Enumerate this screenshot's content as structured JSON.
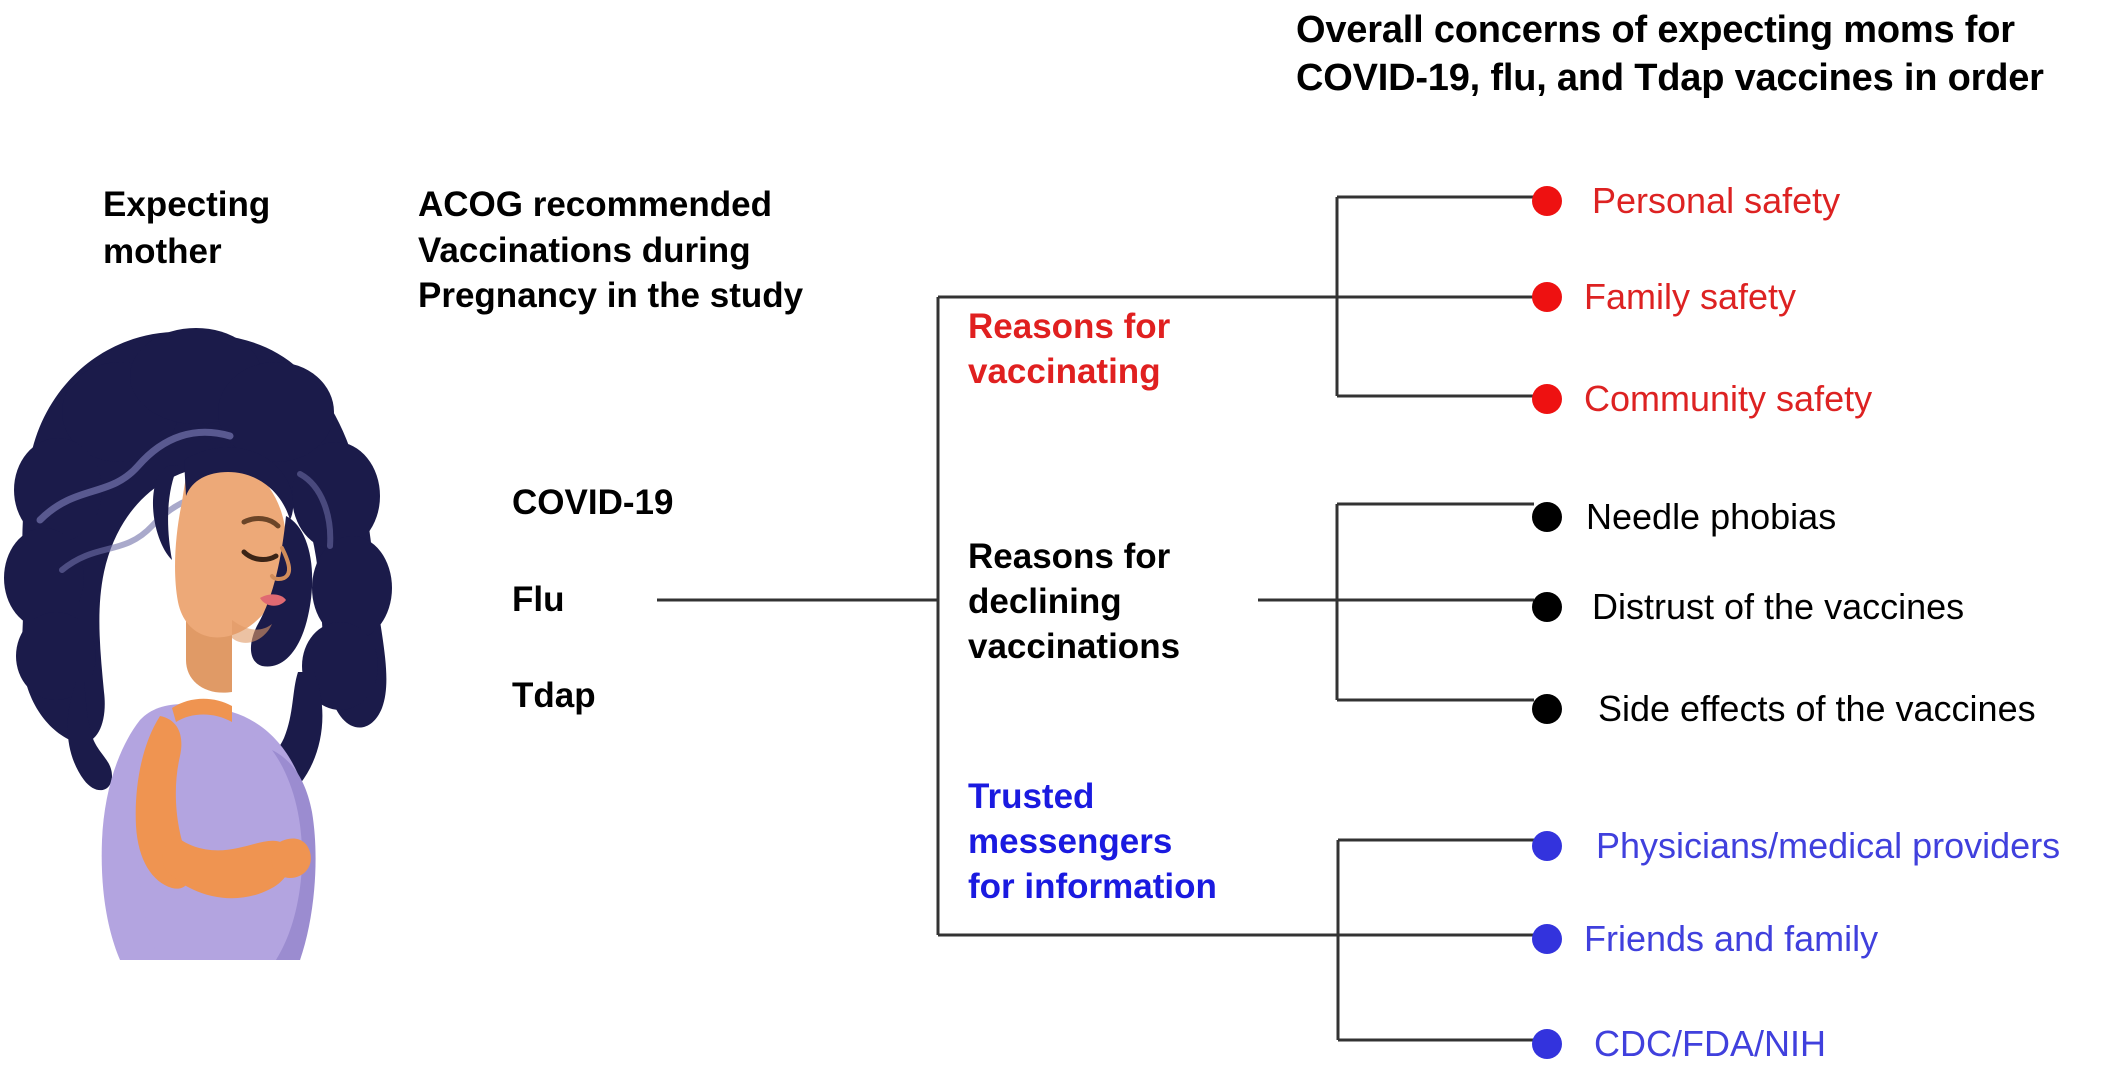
{
  "title": "Overall concerns of expecting moms for\nCOVID-19, flu, and Tdap vaccines in order",
  "left": {
    "person_label": "Expecting\nmother",
    "illustration_name": "pregnant-woman-illustration",
    "acog_label": "ACOG recommended\nVaccinations during\nPregnancy in the study",
    "vaccines": [
      "COVID-19",
      "Flu",
      "Tdap"
    ]
  },
  "branches": [
    {
      "id": "reasons-for-vaccinating",
      "label": "Reasons for\nvaccinating",
      "color": "#e02020",
      "dot_color": "#ee1111",
      "leaves": [
        "Personal safety",
        "Family safety",
        "Community safety"
      ]
    },
    {
      "id": "reasons-for-declining-vaccinations",
      "label": "Reasons for\ndeclining\nvaccinations",
      "color": "#000000",
      "dot_color": "#000000",
      "leaves": [
        "Needle phobias",
        "Distrust of the vaccines",
        "Side effects of the vaccines"
      ]
    },
    {
      "id": "trusted-messengers-for-information",
      "label": "Trusted\nmessengers\nfor information",
      "color": "#1a1ae0",
      "dot_color": "#3333dd",
      "leaves": [
        "Physicians/medical providers",
        "Friends and family",
        "CDC/FDA/NIH"
      ]
    }
  ],
  "colors": {
    "red": "#e02020",
    "black": "#000000",
    "blue": "#1a1ae0",
    "connector": "#333333",
    "hair": "#1b1b4a",
    "skin": "#eda978",
    "dress": "#b3a4e0",
    "background": "#ffffff"
  }
}
